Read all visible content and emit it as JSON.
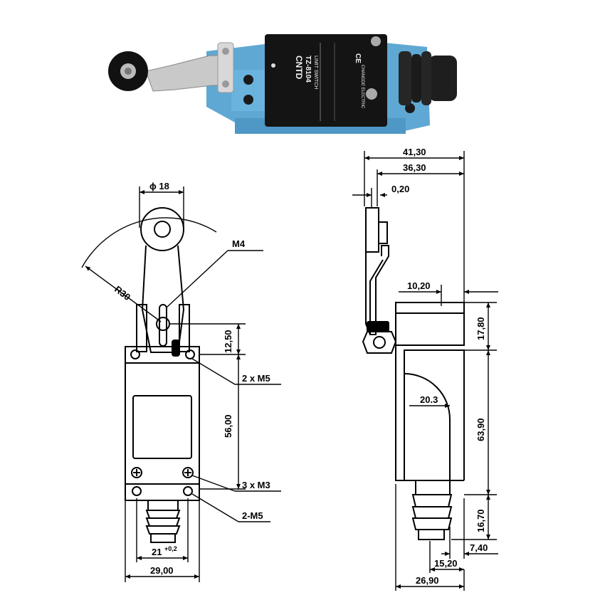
{
  "photo": {
    "brand": "CNTD",
    "model": "TZ-8104",
    "product_type": "LIMIT SWITCH",
    "maker": "CHANGDE ELECTRIC",
    "ce_mark": "CE",
    "colors": {
      "housing": "#5fa8d3",
      "body": "#141414",
      "metal": "#c9c9c9"
    }
  },
  "front_view": {
    "roller_diameter": "ϕ 18",
    "pivot_thread": "M4",
    "arm_radius": "R30",
    "pivot_height": "12,50",
    "top_mounting_holes": "2 x M5",
    "body_height": "56,00",
    "cover_screws": "3 x M3",
    "bottom_mounting_holes": "2-M5",
    "hole_spacing": "21",
    "hole_spacing_tolerance": "+0,2",
    "body_width": "29,00"
  },
  "side_view": {
    "total_depth": "41,30",
    "arm_depth": "36,30",
    "arm_thickness": "0,20",
    "head_offset": "10,20",
    "head_height": "17,80",
    "arc_radius": "20.3",
    "body_height": "63,90",
    "boot_height": "16,70",
    "boot_offset": "7,40",
    "boot_depth": "15,20",
    "base_depth": "26,90"
  }
}
